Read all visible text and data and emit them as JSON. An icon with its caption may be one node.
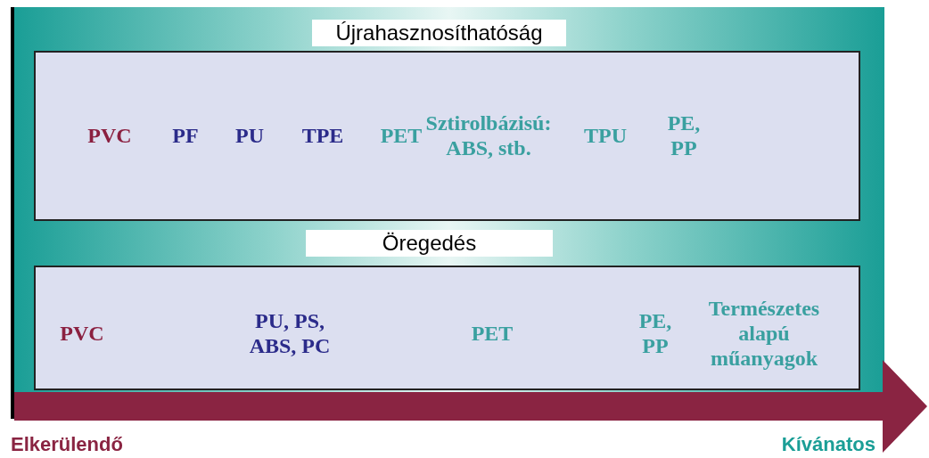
{
  "diagram": {
    "nodes": [
      {
        "text": [
          "Újrahasznosíthatóság",
          "PVC",
          "PF",
          "PU",
          "TPE",
          "PET",
          "Sztirolbázisú: ABS, stb.",
          "TPU",
          "PE, PP"
        ]
      },
      {
        "text": [
          "Öregedés",
          "PVC",
          "PU, PS, ABS, PC",
          "PET",
          "PE, PP",
          "Természetes alapú műanyagok"
        ]
      }
    ],
    "labels": [
      "Elkerülendő",
      "Kívánatos"
    ]
  }
}
